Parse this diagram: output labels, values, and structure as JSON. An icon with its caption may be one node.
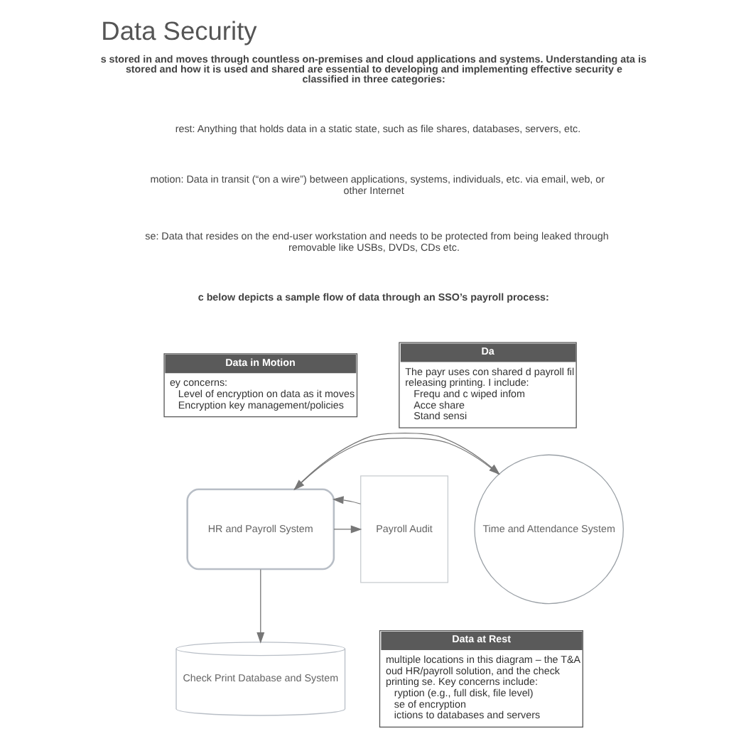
{
  "diagram": {
    "title": "Data Security",
    "nodes": [
      {
        "text": [
          "Data in Motion",
          "ey concerns:",
          "Level of encryption on data as it moves",
          "Encryption key management/policies"
        ]
      },
      {
        "text": [
          "Da",
          "The payr uses con shared d payroll fil releasing printing. I include:",
          "Frequ and c wiped infom",
          "Acce share",
          "Stand sensi"
        ]
      },
      {
        "text": [
          "HR and Payroll System"
        ]
      },
      {
        "text": [
          "Time and Attendance System"
        ]
      },
      {
        "text": [
          "Data at Rest",
          "multiple locations in this diagram – the T&A oud HR/payroll solution, and the check printing se. Key concerns include:",
          "ryption (e.g., full disk, file level)",
          "se of encryption",
          "ictions to databases and servers"
        ]
      },
      {
        "text": [
          "Payroll Audit"
        ]
      },
      {
        "text": [
          "Check Print Database and System"
        ]
      }
    ],
    "edges": [
      {
        "from": 3,
        "to": 2,
        "arrow": "to"
      },
      {
        "from": 2,
        "to": 3,
        "arrow": "to"
      },
      {
        "from": 2,
        "to": 5,
        "arrow": "to"
      },
      {
        "from": 5,
        "to": 2,
        "arrow": "to"
      },
      {
        "from": 2,
        "to": 6,
        "arrow": "to"
      }
    ],
    "labels": [
      "s stored in and moves through countless on-premises and cloud applications and systems. Understanding ata is stored and how it is used and shared are essential to developing and implementing effective security e classified in three categories:",
      "rest: Anything that holds data in a static state, such as file shares, databases, servers, etc.",
      "motion: Data in transit (“on a wire”) between applications, systems, individuals, etc. via email, web, or other Internet",
      "se: Data that resides on the end-user workstation and needs to be protected from being leaked through removable like USBs, DVDs, CDs etc.",
      "c below depicts a sample flow of data through an SSO’s payroll process:"
    ]
  }
}
